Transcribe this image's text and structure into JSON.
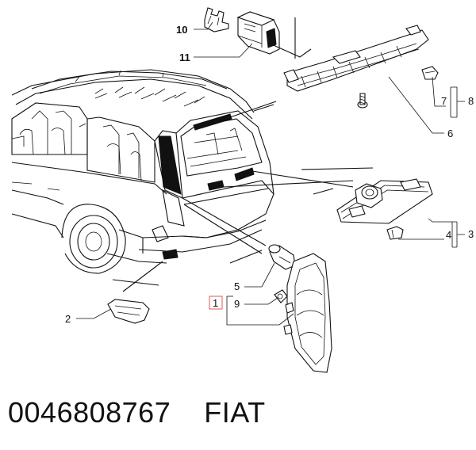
{
  "callouts": {
    "c1": "1",
    "c2": "2",
    "c3": "3",
    "c4": "4",
    "c5": "5",
    "c6": "6",
    "c7": "7",
    "c8": "8",
    "c9": "9",
    "c10": "10",
    "c11": "11"
  },
  "caption": {
    "part_number": "0046808767",
    "brand": "FIAT"
  },
  "colors": {
    "highlight_box": "#e05a5a",
    "ink": "#111111"
  }
}
